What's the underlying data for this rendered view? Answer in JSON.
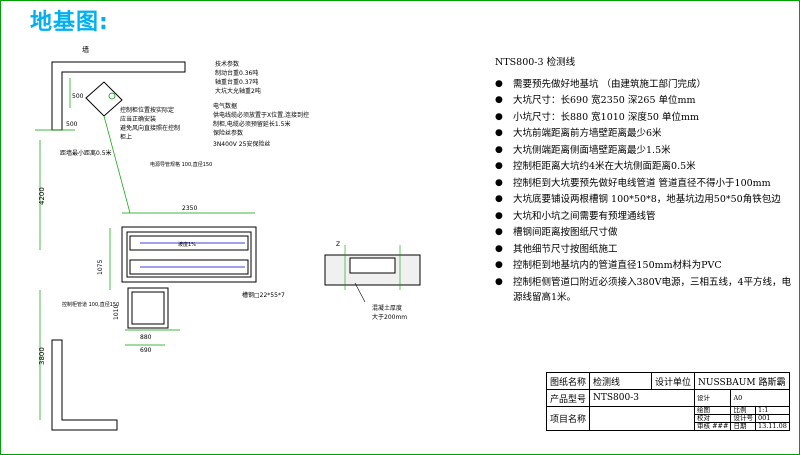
{
  "page": {
    "title": "地基图:"
  },
  "notes": {
    "heading": "NTS800-3 检测线",
    "items": [
      "需要预先做好地基坑 （由建筑施工部门完成）",
      "大坑尺寸：长690 宽2350 深265 单位mm",
      "小坑尺寸：长880 宽1010 深度50 单位mm",
      "大坑前端距离前方墙壁距离最少6米",
      "大坑侧端距离侧面墙壁距离最少1.5米",
      "控制柜距离大坑约4米在大坑侧面距离0.5米",
      "控制柜到大坑要预先做好电线管道 管道直径不得小于100mm",
      "大坑底要铺设两根槽钢 100*50*8，地基坑边用50*50角铁包边",
      "大坑和小坑之间需要有预埋通线管",
      "槽钢间距离按图纸尺寸做",
      "其他细节尺寸按图纸施工",
      "控制柜到地基坑内的管道直径150mm材料为PVC",
      "控制柜侧管道口附近必须接入380V电源，三相五线，4平方线，电源线留高1米。"
    ]
  },
  "drawing": {
    "wall_label": "墙",
    "dim_500_top": "500",
    "dim_500_side": "500",
    "min_distance": "距墙最小距离0.5米",
    "tech_params": [
      "技术参数",
      "制动台重0.36吨",
      "轴重台重0.37吨",
      "大坑大允轴重2吨"
    ],
    "cabinet_note": [
      "控制柜位置按实际定",
      "应当正确安装",
      "避免风向直接照在控制",
      "柜上"
    ],
    "power_params": [
      "电气数据",
      "供电线缆必须放置于X位置,连接到控",
      "制柜,电缆必须预留延长1.5米",
      "保险丝参数"
    ],
    "power_spec": "3N400V    25安保险丝",
    "pipe_label": "电源导管规格\n100,直径150",
    "dim_4200": "4200",
    "dim_3800": "3800",
    "dim_1075": "1075",
    "dim_1010": "1010",
    "dim_880": "880",
    "dim_690": "690",
    "dim_2350": "2350",
    "slope_label": "坡度1%",
    "steel_label": "槽钢□22*55*7",
    "pipe_note": "控制柜管道\n100,直径150",
    "section_z": "Z",
    "concrete_label": "混凝土厚度",
    "concrete_value": "大于200mm"
  },
  "title_block": {
    "drawing_name_label": "图纸名称",
    "drawing_name": "检测线",
    "design_unit_label": "设计单位",
    "design_unit": "NUSSBAUM 路斯霸",
    "product_no_label": "产品型号",
    "product_no": "NTS800-3",
    "project_name_label": "项目名称",
    "design": "设计",
    "drawn": "绘图",
    "check": "校对",
    "approve": "审核",
    "scale_label": "比例",
    "scale": "1:1",
    "sheet_size": "A0",
    "drawing_no_label": "设计号",
    "drawing_no": "001",
    "date_label": "日期",
    "date": "13.11.08",
    "approver": "###"
  },
  "colors": {
    "frame": "#00a000",
    "title": "#00b0f0",
    "dim": "#00a000",
    "pit": "#000000"
  }
}
